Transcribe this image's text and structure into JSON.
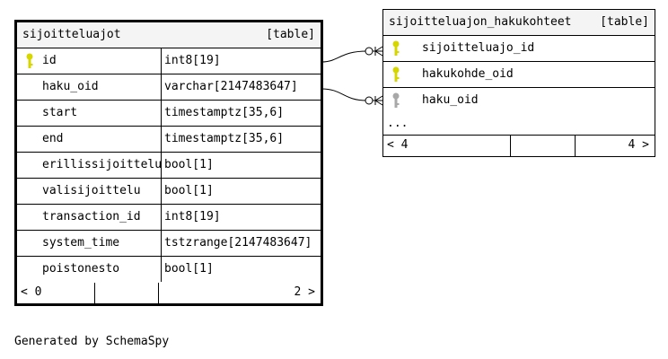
{
  "tables": {
    "main": {
      "name": "sijoitteluajot",
      "kind": "[table]",
      "columns": [
        {
          "name": "id",
          "type": "int8[19]",
          "key": "primary"
        },
        {
          "name": "haku_oid",
          "type": "varchar[2147483647]",
          "key": ""
        },
        {
          "name": "start",
          "type": "timestamptz[35,6]",
          "key": ""
        },
        {
          "name": "end",
          "type": "timestamptz[35,6]",
          "key": ""
        },
        {
          "name": "erillissijoittelu",
          "type": "bool[1]",
          "key": ""
        },
        {
          "name": "valisijoittelu",
          "type": "bool[1]",
          "key": ""
        },
        {
          "name": "transaction_id",
          "type": "int8[19]",
          "key": ""
        },
        {
          "name": "system_time",
          "type": "tstzrange[2147483647]",
          "key": ""
        },
        {
          "name": "poistonesto",
          "type": "bool[1]",
          "key": ""
        }
      ],
      "footer": {
        "parents": "< 0",
        "children": "2 >"
      }
    },
    "ref": {
      "name": "sijoitteluajon_hakukohteet",
      "kind": "[table]",
      "columns": [
        {
          "name": "sijoitteluajo_id",
          "key": "primary"
        },
        {
          "name": "hakukohde_oid",
          "key": "primary"
        },
        {
          "name": "haku_oid",
          "key": "foreign"
        }
      ],
      "ellipsis": "...",
      "footer": {
        "parents": "< 4",
        "children": "4 >"
      }
    }
  },
  "colors": {
    "primary_key": "#d6d600",
    "foreign_key": "#a8a8a8",
    "header_bg": "#f4f4f4"
  },
  "caption": "Generated by SchemaSpy"
}
